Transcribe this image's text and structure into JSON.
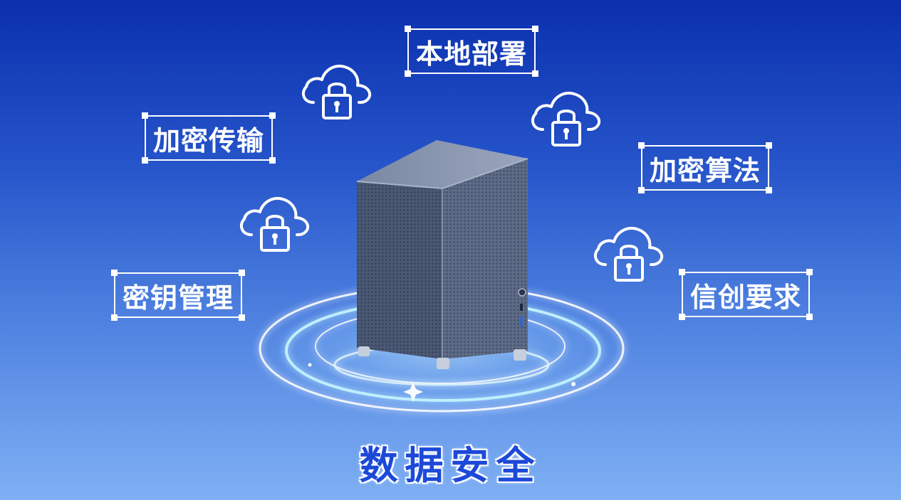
{
  "labels": {
    "local_deploy": "本地部署",
    "encrypted_transfer": "加密传输",
    "encryption_algorithm": "加密算法",
    "key_management": "密钥管理",
    "xinchuang_requirement": "信创要求"
  },
  "footer_title": "数据安全",
  "icons": {
    "cloud_lock": "cloud-lock-icon",
    "server": "server-tower-icon",
    "ring": "glow-ring"
  },
  "colors": {
    "background_top": "#0a2fae",
    "background_bottom": "#7fb0f4",
    "label_text": "#ffffff",
    "footer_text": "#1c49d8",
    "ring_glow": "#bfeeff"
  }
}
